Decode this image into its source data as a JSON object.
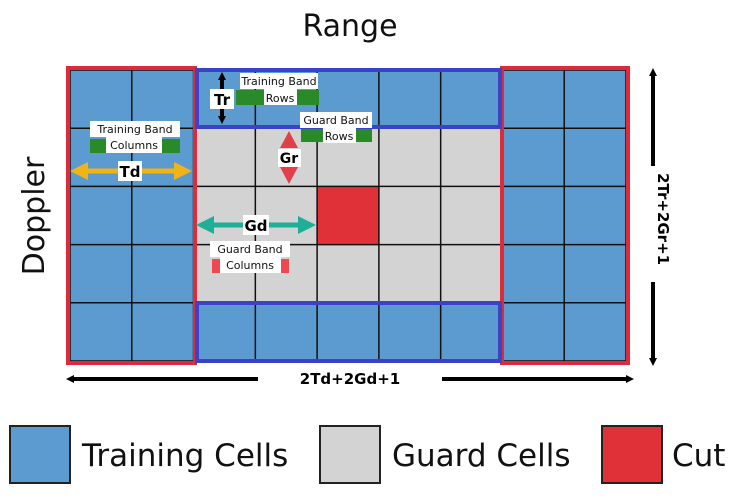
{
  "axes": {
    "top": "Range",
    "left": "Doppler",
    "right_span": "2Tr+2Gr+1",
    "bottom_span": "2Td+2Gd+1"
  },
  "grid": {
    "columns": 9,
    "rows": 5,
    "cut_cell": {
      "row": 2,
      "col": 4
    }
  },
  "annotations": {
    "tr": "Tr",
    "gr": "Gr",
    "td": "Td",
    "gd": "Gd",
    "training_band_rows": [
      "Training Band",
      "Rows"
    ],
    "guard_band_rows": [
      "Guard Band",
      "Rows"
    ],
    "training_band_columns": [
      "Training Band",
      "Columns"
    ],
    "guard_band_columns": [
      "Guard Band",
      "Columns"
    ]
  },
  "legend": [
    {
      "label": "Training Cells",
      "color": "#5b9bd0"
    },
    {
      "label": "Guard Cells",
      "color": "#d3d3d3"
    },
    {
      "label": "Cut",
      "color": "#e03038"
    }
  ],
  "colors": {
    "training": "#5b9bd0",
    "guard": "#d3d3d3",
    "cut": "#e03038",
    "band_red": "#e02a3a",
    "band_blue": "#3a43c8",
    "arrow_gold": "#f0b418",
    "arrow_teal": "#1fae96",
    "arrow_red": "#e0404a",
    "chip_green": "#2a8a2a",
    "chip_red": "#f04850"
  }
}
